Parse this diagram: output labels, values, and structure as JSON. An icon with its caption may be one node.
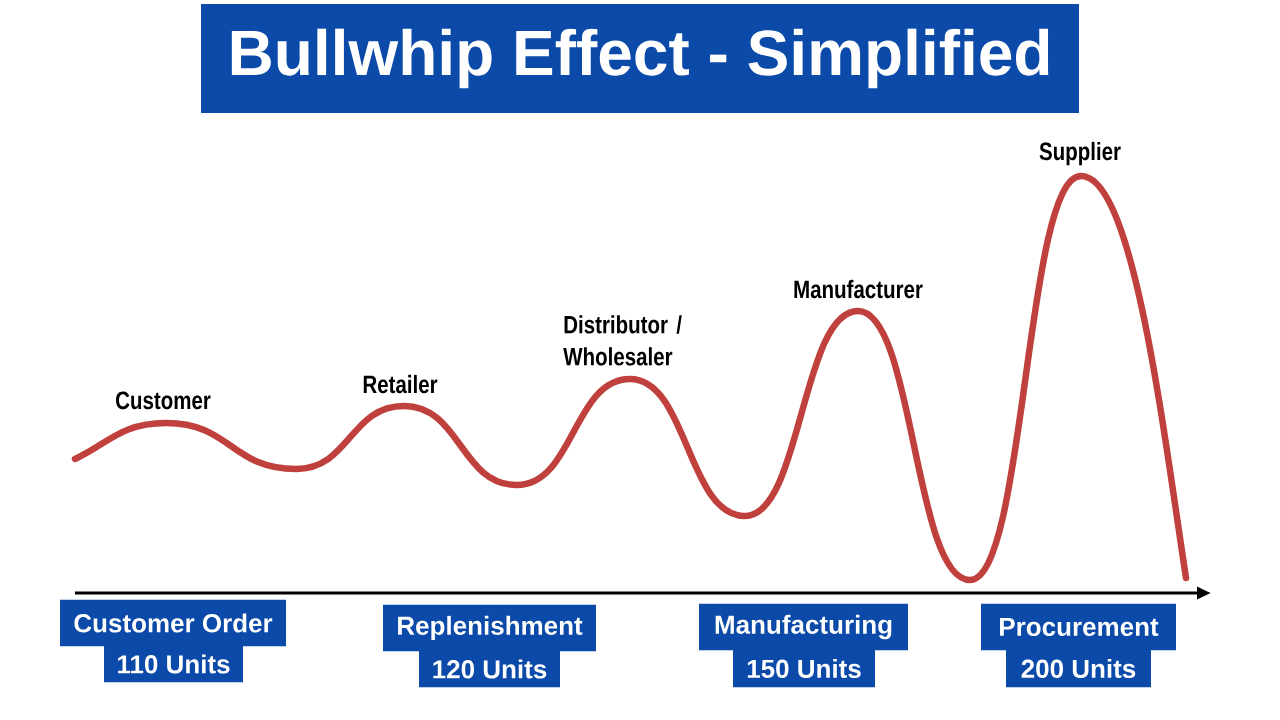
{
  "diagram": {
    "title": "Bullwhip Effect - Simplified",
    "nodes": [
      {
        "text": [
          "Customer Order",
          "110 Units"
        ]
      },
      {
        "text": [
          "Replenishment",
          "120 Units"
        ]
      },
      {
        "text": [
          "Manufacturing",
          "150 Units"
        ]
      },
      {
        "text": [
          "Procurement",
          "200 Units"
        ]
      }
    ],
    "labels": [
      "Customer",
      "Retailer",
      "Distributor / Wholesaler",
      "Manufacturer",
      "Supplier"
    ]
  }
}
